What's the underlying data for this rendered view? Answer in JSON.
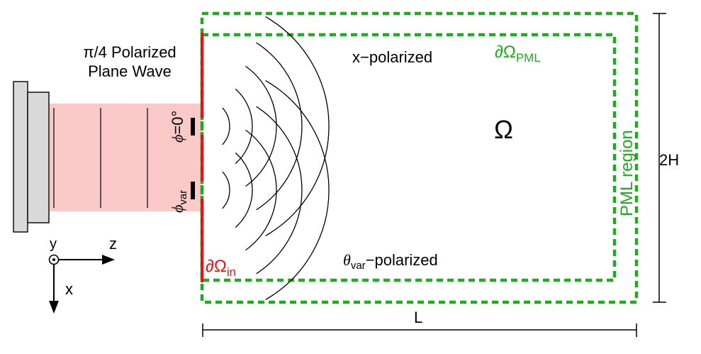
{
  "source": {
    "title_line1": "π/4 Polarized",
    "title_line2": "Plane Wave"
  },
  "slits": {
    "top_phase_symbol": "ϕ",
    "top_phase_value": "=0°",
    "bottom_phase_symbol": "ϕ",
    "bottom_phase_sub": "var"
  },
  "domain": {
    "omega": "Ω",
    "input_boundary": "∂Ω",
    "input_boundary_sub": "in",
    "pml_boundary": "∂Ω",
    "pml_boundary_sub": "PML",
    "pml_region": "PML region",
    "x_polarized": "x−polarized",
    "theta_symbol": "θ",
    "theta_sub": "var",
    "theta_polarized": "−polarized",
    "length": "L",
    "height": "2H"
  },
  "axes": {
    "y": "y",
    "z": "z",
    "x": "x"
  },
  "colors": {
    "boundary_red": "#ee1111",
    "pml_green": "#22aa22",
    "beam_pink": "#fcc9c9",
    "source_gray": "#d9d9d9"
  }
}
